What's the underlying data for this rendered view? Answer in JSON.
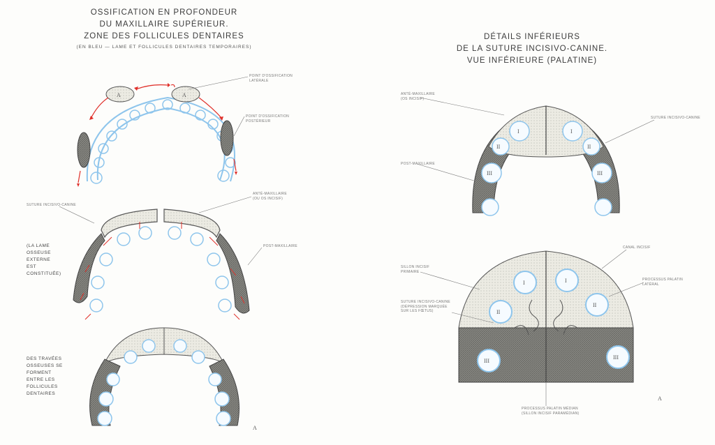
{
  "left": {
    "title_lines": [
      "OSSIFICATION EN PROFONDEUR",
      "DU MAXILLAIRE SUPÉRIEUR.",
      "ZONE DES FOLLICULES DENTAIRES"
    ],
    "subtitle": "(EN BLEU — LAME ET FOLLICULES DENTAIRES TEMPORAIRES)",
    "labels": {
      "point_lateral": [
        "POINT D'OSSIFICATION",
        "LATÉRALE"
      ],
      "point_posterior": [
        "POINT D'OSSIFICATION",
        "POSTÉRIEUR"
      ],
      "anti_maxillaire": [
        "ANTÉ-MAXILLAIRE",
        "(OU OS INCISIF)"
      ],
      "suture": [
        "SUTURE INCISIVO-CANINE"
      ],
      "post_maxillaire": [
        "POST-MAXILLAIRE"
      ]
    },
    "side_note_1": [
      "(LA LAME",
      "OSSEUSE",
      "EXTERNE",
      "EST",
      "CONSTITUÉE)"
    ],
    "side_note_2": [
      "DES TRAVÉES",
      "OSSEUSES SE",
      "FORMENT",
      "ENTRE LES",
      "FOLLICULES",
      "DENTAIRES"
    ],
    "center_letter": "A",
    "signature": "A"
  },
  "right": {
    "title_lines": [
      "DÉTAILS INFÉRIEURS",
      "DE LA SUTURE INCISIVO-CANINE.",
      "VUE INFÉRIEURE (PALATINE)"
    ],
    "labels": {
      "anti_maxillaire": [
        "ANTÉ-MAXILLAIRE",
        "(OS INCISIF)"
      ],
      "suture": [
        "SUTURE INCISIVO-CANINE"
      ],
      "post_maxillaire": [
        "POST-MAXILLAIRE"
      ],
      "canal": [
        "CANAL INCISIF"
      ],
      "sillon_incisif": [
        "SILLON INCISIF",
        "PRIMAIRE"
      ],
      "processus_lateral": [
        "PROCESSUS PALATIN",
        "LATÉRAL"
      ],
      "suture_depression": [
        "SUTURE INCISIVO-CANINE",
        "(DÉPRESSION MARQUÉE",
        "SUR LES FŒTUS)"
      ],
      "processus_median": [
        "PROCESSUS PALATIN MÉDIAN",
        "(SILLON INCISIF PARAMÉDIAN)"
      ]
    },
    "tooth_numerals": {
      "one": "I",
      "two": "II",
      "three": "III"
    },
    "signature": "A"
  },
  "colors": {
    "blue": "#8ec5ec",
    "red": "#e0302a",
    "bone_dark": "#8a8a85",
    "bone_light": "#ecebe3",
    "line": "#555555"
  }
}
